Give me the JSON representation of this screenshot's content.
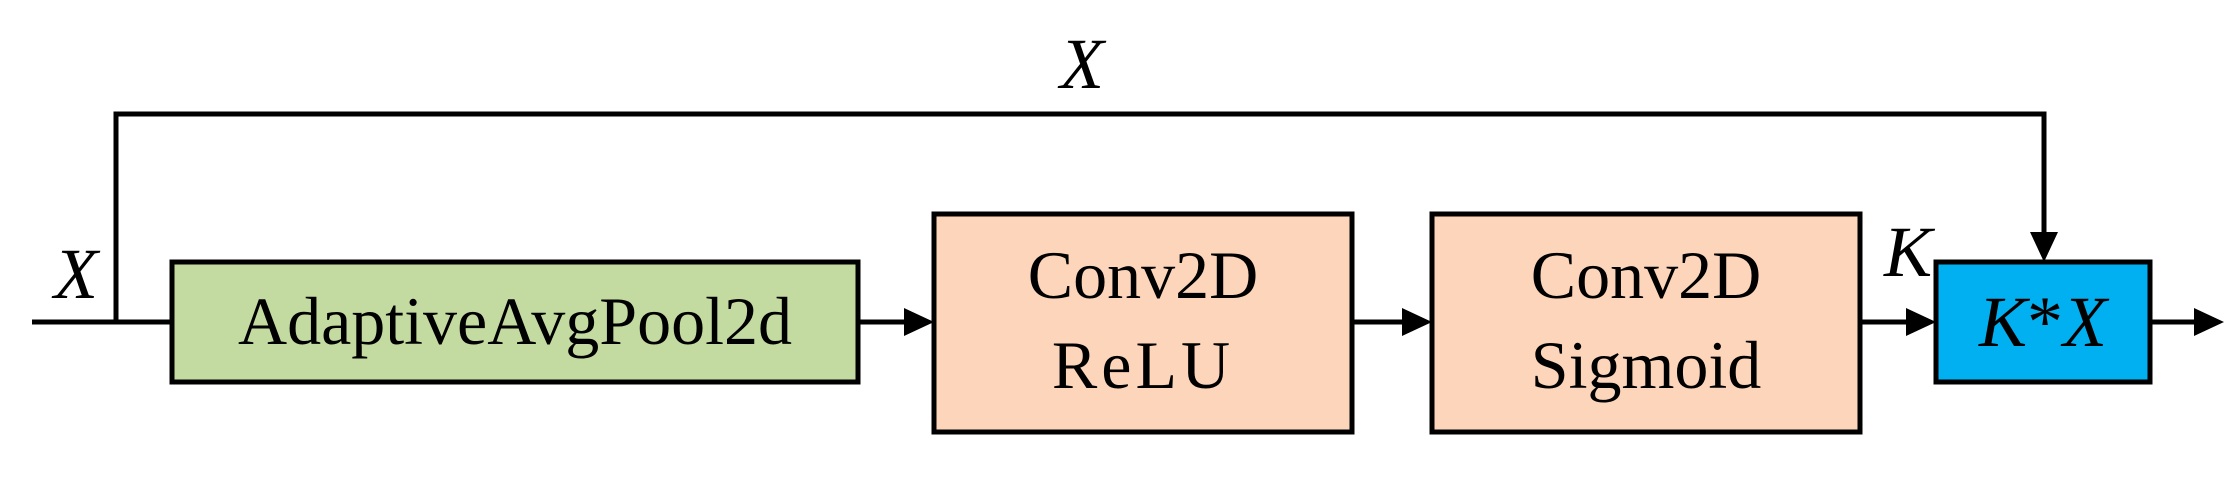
{
  "labels": {
    "input": "X",
    "skip": "X",
    "attention": "K"
  },
  "blocks": {
    "pool": {
      "text": "AdaptiveAvgPool2d",
      "fill": "#c3dba0"
    },
    "conv_relu": {
      "line1": "Conv2D",
      "line2": "ReLU",
      "fill": "#fcd5bb"
    },
    "conv_sigmoid": {
      "line1": "Conv2D",
      "line2": "Sigmoid",
      "fill": "#fcd5bb"
    },
    "product": {
      "k": "K",
      "op": "*",
      "x": "X",
      "fill": "#00b0f0"
    }
  },
  "colors": {
    "stroke": "#000000"
  }
}
